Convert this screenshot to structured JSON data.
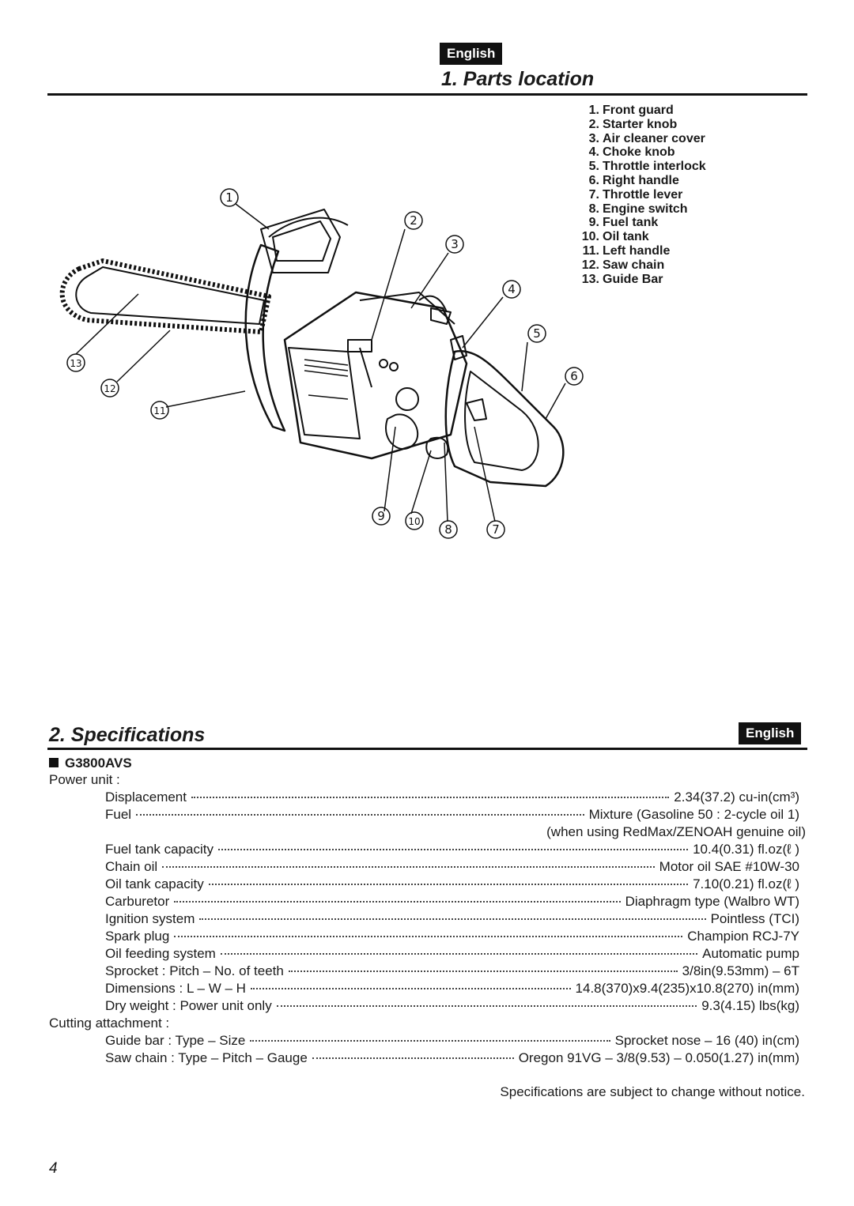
{
  "lang_label": "English",
  "parts": {
    "title": "1. Parts location",
    "items": [
      {
        "num": "1.",
        "label": "Front guard"
      },
      {
        "num": "2.",
        "label": "Starter knob"
      },
      {
        "num": "3.",
        "label": "Air cleaner cover"
      },
      {
        "num": "4.",
        "label": "Choke knob"
      },
      {
        "num": "5.",
        "label": "Throttle interlock"
      },
      {
        "num": "6.",
        "label": "Right handle"
      },
      {
        "num": "7.",
        "label": "Throttle lever"
      },
      {
        "num": "8.",
        "label": "Engine switch"
      },
      {
        "num": "9.",
        "label": "Fuel tank"
      },
      {
        "num": "10.",
        "label": "Oil tank"
      },
      {
        "num": "11.",
        "label": "Left handle"
      },
      {
        "num": "12.",
        "label": "Saw chain"
      },
      {
        "num": "13.",
        "label": "Guide Bar"
      }
    ],
    "callouts": [
      "1",
      "2",
      "3",
      "4",
      "5",
      "6",
      "7",
      "8",
      "9",
      "10",
      "11",
      "12",
      "13"
    ]
  },
  "specs": {
    "title": "2. Specifications",
    "model": "G3800AVS",
    "power_unit": "Power unit :",
    "cutting_attachment": "Cutting attachment :",
    "displacement": {
      "label": "Displacement",
      "value": "2.34(37.2) cu-in(cm³)"
    },
    "fuel": {
      "label": "Fuel",
      "value": "Mixture (Gasoline 50 : 2-cycle oil 1)",
      "note": "(when using RedMax/ZENOAH genuine oil)"
    },
    "fuel_tank": {
      "label": "Fuel tank capacity",
      "value": "10.4(0.31) fl.oz(ℓ )"
    },
    "chain_oil": {
      "label": "Chain oil",
      "value": "Motor oil SAE #10W-30"
    },
    "oil_tank": {
      "label": "Oil tank capacity",
      "value": "7.10(0.21) fl.oz(ℓ )"
    },
    "carburetor": {
      "label": "Carburetor",
      "value": "Diaphragm type (Walbro WT)"
    },
    "ignition": {
      "label": "Ignition system",
      "value": "Pointless (TCI)"
    },
    "spark_plug": {
      "label": "Spark plug",
      "value": "Champion RCJ-7Y"
    },
    "oil_feeding": {
      "label": "Oil feeding system",
      "value": "Automatic pump"
    },
    "sprocket": {
      "label": "Sprocket : Pitch – No. of teeth",
      "value": "3/8in(9.53mm) – 6T"
    },
    "dimensions": {
      "label": "Dimensions : L – W – H",
      "value": "14.8(370)x9.4(235)x10.8(270) in(mm)"
    },
    "dry_weight": {
      "label": "Dry weight : Power unit only",
      "value": "9.3(4.15) lbs(kg)"
    },
    "guide_bar": {
      "label": "Guide bar : Type – Size",
      "value": "Sprocket nose – 16 (40) in(cm)"
    },
    "saw_chain": {
      "label": "Saw chain : Type – Pitch – Gauge",
      "value": "Oregon 91VG – 3/8(9.53) – 0.050(1.27) in(mm)"
    },
    "notice": "Specifications are subject to change without notice."
  },
  "page_number": "4"
}
